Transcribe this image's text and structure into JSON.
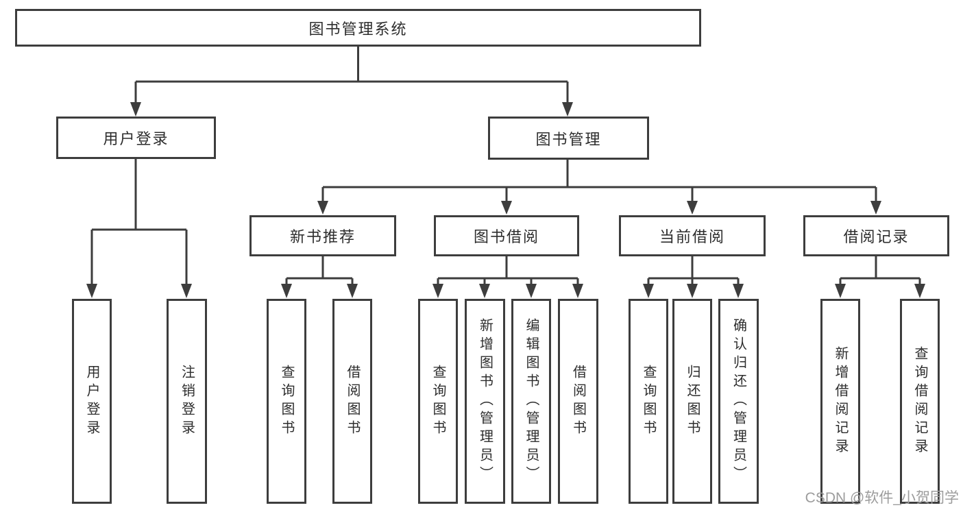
{
  "tree": {
    "root": {
      "label": "图书管理系统"
    },
    "branches": [
      {
        "label": "用户登录",
        "children": [
          {
            "label": "用户登录"
          },
          {
            "label": "注销登录"
          }
        ]
      },
      {
        "label": "图书管理",
        "children": [
          {
            "label": "新书推荐",
            "children": [
              {
                "label": "查询图书"
              },
              {
                "label": "借阅图书"
              }
            ]
          },
          {
            "label": "图书借阅",
            "children": [
              {
                "label": "查询图书"
              },
              {
                "label": "新增图书（管理员）"
              },
              {
                "label": "编辑图书（管理员）"
              },
              {
                "label": "借阅图书"
              }
            ]
          },
          {
            "label": "当前借阅",
            "children": [
              {
                "label": "查询图书"
              },
              {
                "label": "归还图书"
              },
              {
                "label": "确认归还（管理员）"
              }
            ]
          },
          {
            "label": "借阅记录",
            "children": [
              {
                "label": "新增借阅记录"
              },
              {
                "label": "查询借阅记录"
              }
            ]
          }
        ]
      }
    ]
  },
  "watermark": "CSDN @软件_小贺同学",
  "colors": {
    "line": "#3d3d3d",
    "box_border": "#3d3d3d",
    "box_fill": "#ffffff",
    "text": "#2d2d2d",
    "watermark": "#9c9c9c",
    "background": "#ffffff"
  }
}
